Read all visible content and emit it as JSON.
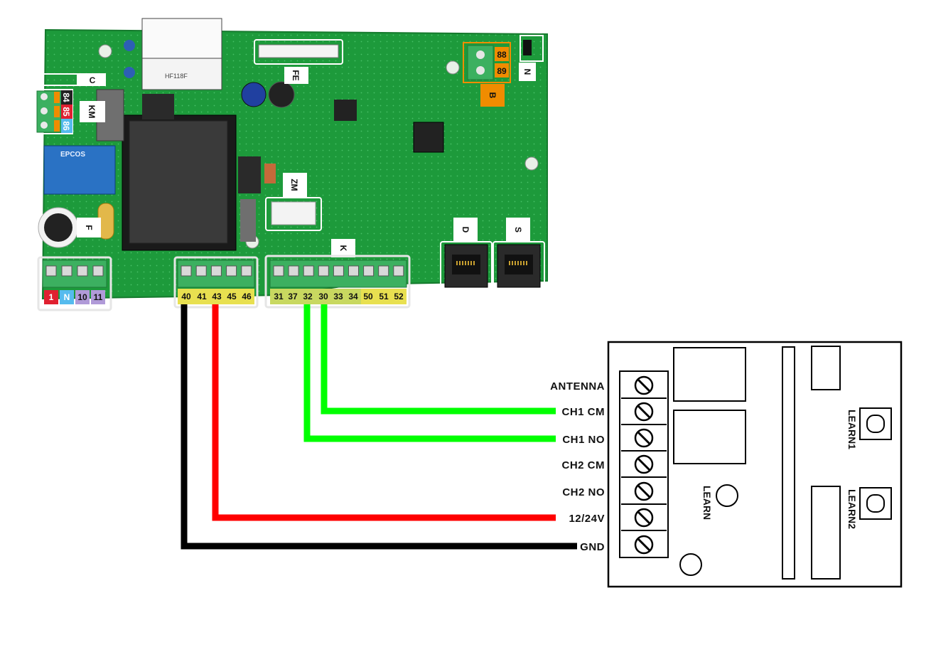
{
  "pcb": {
    "labels": {
      "C": "C",
      "KM": "KM",
      "F": "F",
      "FE": "FE",
      "ZM": "ZM",
      "K": "K",
      "B": "B",
      "N": "N",
      "D": "D",
      "S": "S"
    },
    "component_text": {
      "epcos": "EPCOS",
      "relay": "HF118F"
    },
    "km_terminals": [
      "84",
      "85",
      "86"
    ],
    "b_terminals": [
      "88",
      "89"
    ],
    "terminal_block_1": [
      "1",
      "N",
      "10",
      "11"
    ],
    "terminal_block_2": [
      "40",
      "41",
      "43",
      "45",
      "46"
    ],
    "terminal_block_3": [
      "31",
      "37",
      "32",
      "30",
      "33",
      "34",
      "50",
      "51",
      "52"
    ]
  },
  "receiver": {
    "terminals": [
      "ANTENNA",
      "CH1 CM",
      "CH1 NO",
      "CH2 CM",
      "CH2 NO",
      "12/24V",
      "GND"
    ],
    "learn": "LEARN",
    "learn1": "LEARN1",
    "learn2": "LEARN2"
  },
  "wires": [
    {
      "from": "30",
      "to": "CH1 CM",
      "color": "#00ff00"
    },
    {
      "from": "32",
      "to": "CH1 NO",
      "color": "#00ff00"
    },
    {
      "from": "43",
      "to": "12/24V",
      "color": "#ff0000"
    },
    {
      "from": "40",
      "to": "GND",
      "color": "#000000"
    }
  ],
  "colors": {
    "pcb_green": "#1e9a3c",
    "terminal_green": "#3cb060",
    "label_yellow": "#e8e050",
    "label_red": "#e02030",
    "label_blue": "#55bbee",
    "label_purple": "#b09ad8",
    "label_orange": "#f08c00"
  }
}
